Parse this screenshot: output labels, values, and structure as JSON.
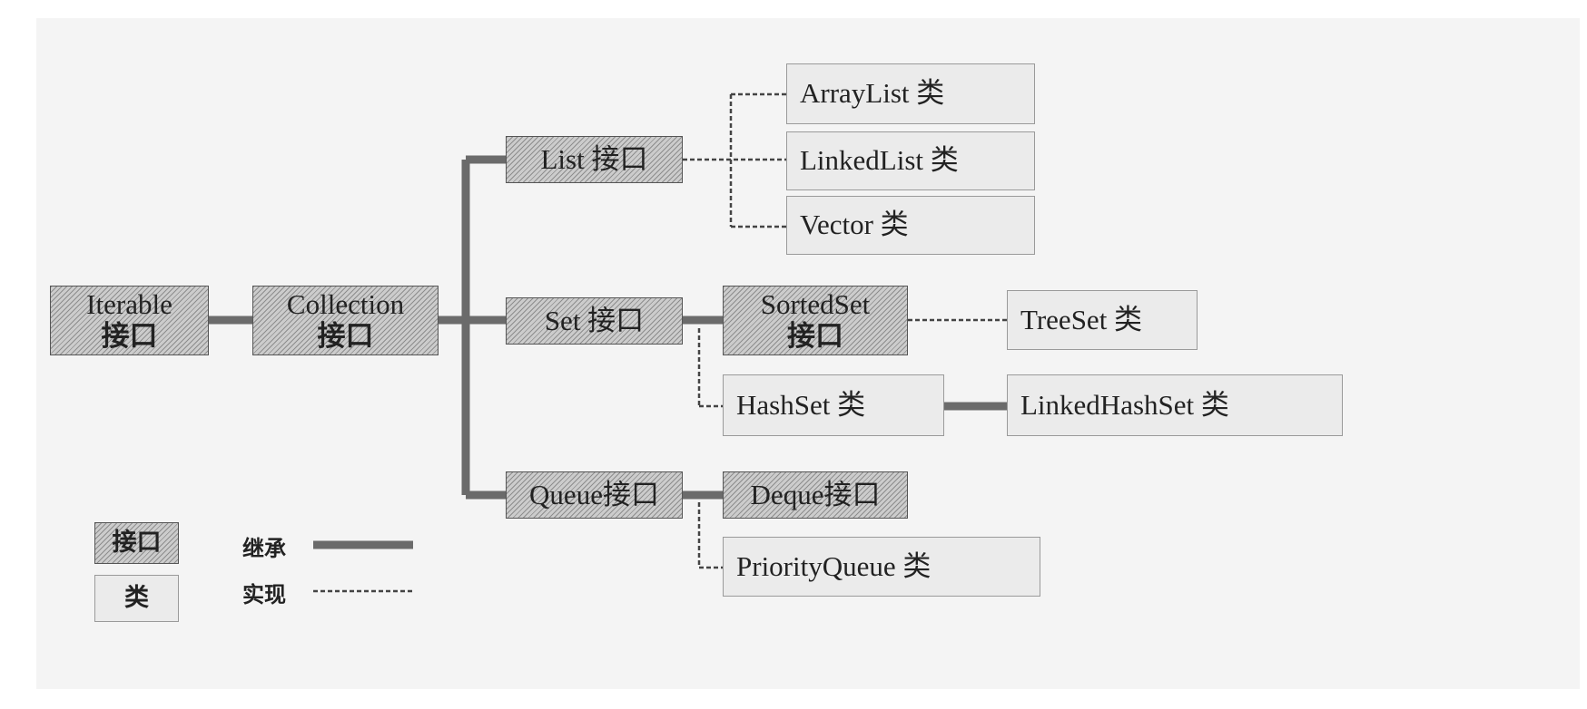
{
  "caption": "",
  "nodes": {
    "iterable": {
      "name": "Iterable",
      "kind": "接口"
    },
    "collection": {
      "name": "Collection",
      "kind": "接口"
    },
    "list": {
      "label": "List 接口"
    },
    "set": {
      "label": "Set 接口"
    },
    "queue": {
      "label": "Queue接口"
    },
    "sortedset": {
      "name": "SortedSet",
      "kind": "接口"
    },
    "deque": {
      "label": "Deque接口"
    },
    "arraylist": {
      "label": "ArrayList 类"
    },
    "linkedlist": {
      "label": "LinkedList 类"
    },
    "vector": {
      "label": "Vector 类"
    },
    "treeset": {
      "label": "TreeSet 类"
    },
    "hashset": {
      "label": "HashSet 类"
    },
    "linkedhashset": {
      "label": "LinkedHashSet 类"
    },
    "priorityqueue": {
      "label": "PriorityQueue 类"
    }
  },
  "legend": {
    "interface_sample": "接口",
    "class_sample": "类",
    "inherit_label": "继承",
    "implement_label": "实现"
  },
  "colors": {
    "inherit_line": "#6b6b6b",
    "implement_line": "#444444",
    "interface_fill": "#cccccc",
    "class_fill": "#ebebeb"
  }
}
